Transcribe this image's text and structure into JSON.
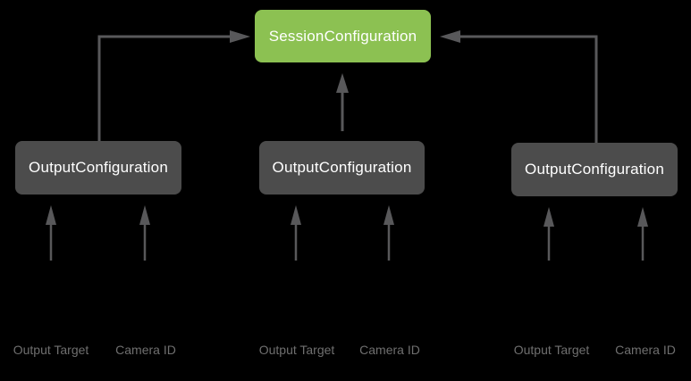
{
  "colors": {
    "background": "#000000",
    "session_box": "#8CC152",
    "output_box": "#4C4C4C",
    "box_text": "#FFFFFF",
    "arrow": "#58585A",
    "label_text": "#6F6F6F"
  },
  "diagram": {
    "session": {
      "label": "SessionConfiguration"
    },
    "outputs": [
      {
        "label": "OutputConfiguration",
        "inputs": [
          {
            "label": "Output Target"
          },
          {
            "label": "Camera ID"
          }
        ]
      },
      {
        "label": "OutputConfiguration",
        "inputs": [
          {
            "label": "Output Target"
          },
          {
            "label": "Camera ID"
          }
        ]
      },
      {
        "label": "OutputConfiguration",
        "inputs": [
          {
            "label": "Output Target"
          },
          {
            "label": "Camera ID"
          }
        ]
      }
    ]
  }
}
